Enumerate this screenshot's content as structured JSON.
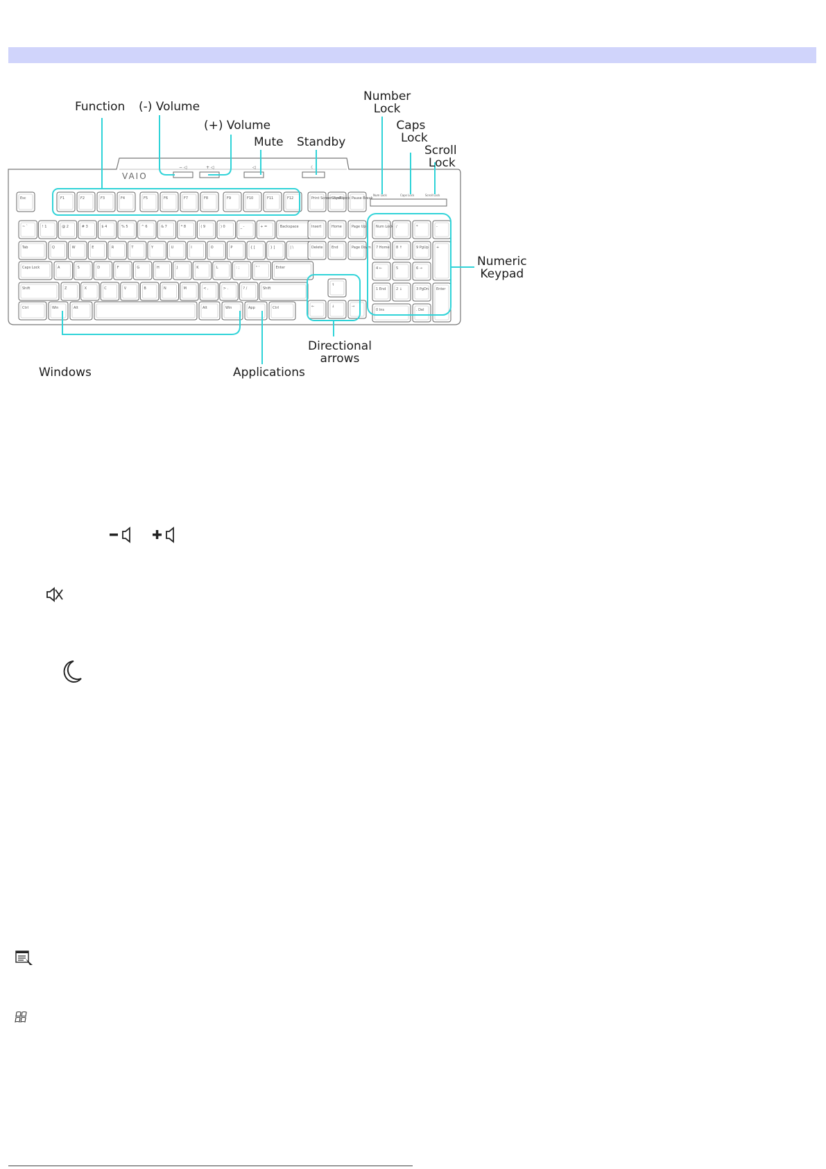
{
  "header": {
    "bar_color": "#d0d4fb"
  },
  "diagram": {
    "accent_color": "#2fd3d8",
    "brand": "VAIO",
    "labels": {
      "function": "Function",
      "volume_down": "(-) Volume",
      "volume_up": "(+) Volume",
      "mute": "Mute",
      "standby": "Standby",
      "number_lock": [
        "Number",
        "Lock"
      ],
      "caps_lock": [
        "Caps",
        "Lock"
      ],
      "scroll_lock": [
        "Scroll",
        "Lock"
      ],
      "numeric_keypad": [
        "Numeric",
        "Keypad"
      ],
      "directional_arrows": [
        "Directional",
        "arrows"
      ],
      "windows": "Windows",
      "applications": "Applications"
    },
    "indicator_labels": [
      "Num Lock",
      "Caps Lock",
      "Scroll Lock"
    ],
    "keys": {
      "esc": "Esc",
      "function_keys": [
        "F1",
        "F2",
        "F3",
        "F4",
        "F5",
        "F6",
        "F7",
        "F8",
        "F9",
        "F10",
        "F11",
        "F12"
      ],
      "system_keys": [
        "Print Screen SysRq",
        "Scroll Lock",
        "Pause Break"
      ],
      "edit_keys": [
        "Insert",
        "Home",
        "Page Up",
        "Delete",
        "End",
        "Page Down"
      ],
      "number_row": [
        "~ `",
        "! 1",
        "@ 2",
        "# 3",
        "$ 4",
        "% 5",
        "^ 6",
        "& 7",
        "* 8",
        "( 9",
        ") 0",
        "_ -",
        "+ =",
        "Backspace"
      ],
      "qwerty_row": [
        "Tab",
        "Q",
        "W",
        "E",
        "R",
        "T",
        "Y",
        "U",
        "I",
        "O",
        "P",
        "{ [",
        "} ]",
        "| \\"
      ],
      "home_row": [
        "Caps Lock",
        "A",
        "S",
        "D",
        "F",
        "G",
        "H",
        "J",
        "K",
        "L",
        ": ;",
        "\" '",
        "Enter"
      ],
      "shift_row": [
        "Shift",
        "Z",
        "X",
        "C",
        "V",
        "B",
        "N",
        "M",
        "< ,",
        "> .",
        "? /",
        "Shift"
      ],
      "bottom_row": [
        "Ctrl",
        "Win",
        "Alt",
        "",
        "Alt",
        "Win",
        "App",
        "Ctrl"
      ],
      "arrows": [
        "↑",
        "←",
        "↓",
        "→"
      ],
      "keypad": [
        "Num Lock",
        "/",
        "*",
        "-",
        "7 Home",
        "8 ↑",
        "9 PgUp",
        "+",
        "4 ←",
        "5",
        "6 →",
        "1 End",
        "2 ↓",
        "3 PgDn",
        "Enter",
        "0 Ins",
        ". Del"
      ]
    }
  },
  "icons": {
    "volume_down": "volume-down-icon",
    "volume_up": "volume-up-icon",
    "mute": "mute-icon",
    "standby": "moon-icon",
    "applications": "applications-icon",
    "windows": "windows-icon"
  }
}
